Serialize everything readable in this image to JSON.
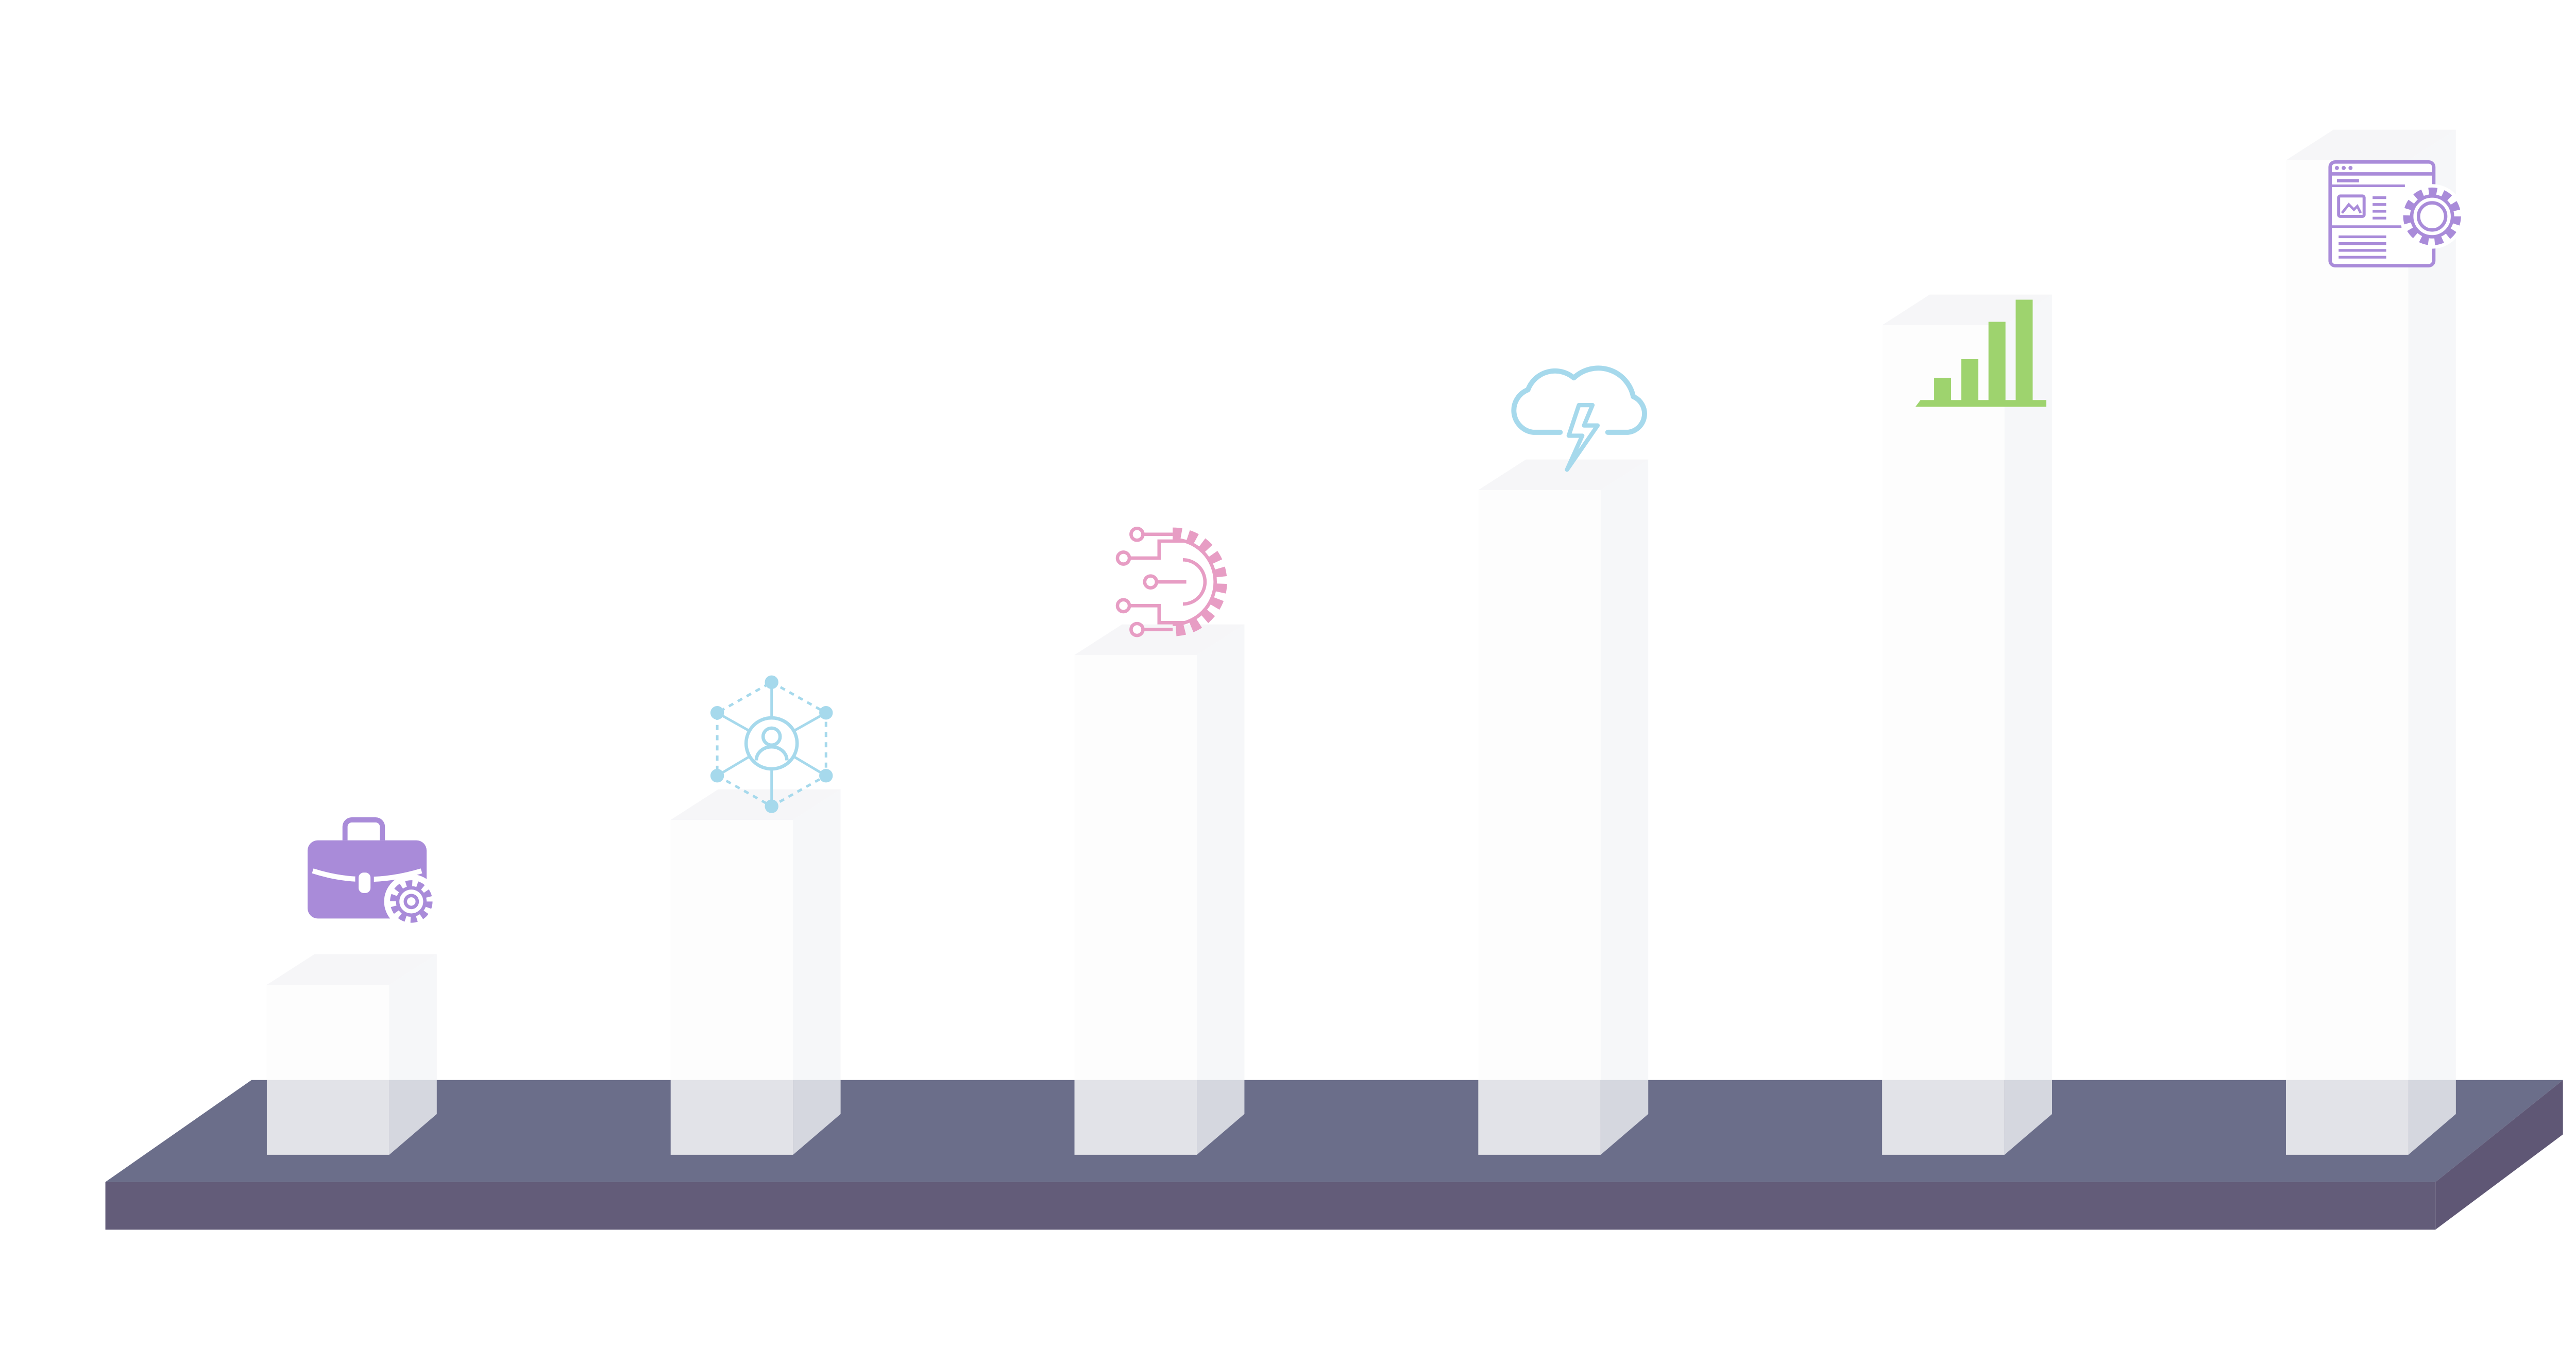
{
  "diagram": {
    "type": "3d-bar-steps",
    "steps": [
      {
        "icon": "briefcase-gear-icon",
        "level": 1,
        "accent": "#A98BD9"
      },
      {
        "icon": "user-network-icon",
        "level": 2,
        "accent": "#A6D9EC"
      },
      {
        "icon": "circuit-gear-icon",
        "level": 3,
        "accent": "#E79DC4"
      },
      {
        "icon": "cloud-lightning-icon",
        "level": 4,
        "accent": "#A6D9EC"
      },
      {
        "icon": "bar-chart-icon",
        "level": 5,
        "accent": "#9ED36E"
      },
      {
        "icon": "browser-gear-icon",
        "level": 6,
        "accent": "#A98BD9"
      }
    ]
  },
  "colors": {
    "platform_top": "#6B6E8A",
    "platform_front": "#635C79",
    "platform_side": "#5F5775",
    "pillar_front": "#FCFCFD",
    "pillar_side": "#F4F5F7",
    "pillar_top": "#F6F6F8"
  }
}
